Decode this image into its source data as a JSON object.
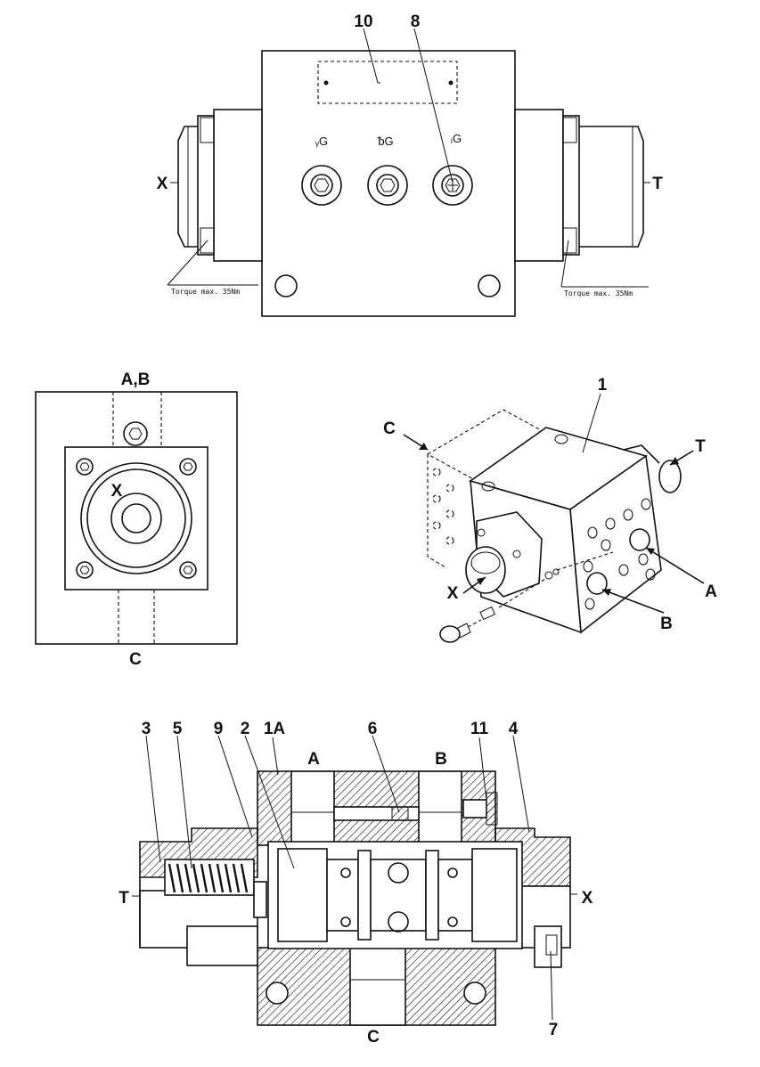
{
  "top_view": {
    "callouts": [
      "10",
      "8"
    ],
    "ports": [
      "X",
      "T"
    ],
    "port_marks": [
      "ᵧG",
      "ᵬG",
      "ᵢG"
    ],
    "torque_left": "Torque max. 35Nm",
    "torque_right": "Torque max. 35Nm"
  },
  "side_view": {
    "top_label": "A,B",
    "center_label": "X",
    "bottom_label": "C"
  },
  "iso_view": {
    "callouts": [
      "1",
      "C",
      "T",
      "X",
      "A",
      "B"
    ]
  },
  "section_view": {
    "callouts": [
      "3",
      "5",
      "9",
      "2",
      "1A",
      "6",
      "11",
      "4",
      "7"
    ],
    "ports": [
      "A",
      "B",
      "C",
      "T",
      "X"
    ]
  }
}
